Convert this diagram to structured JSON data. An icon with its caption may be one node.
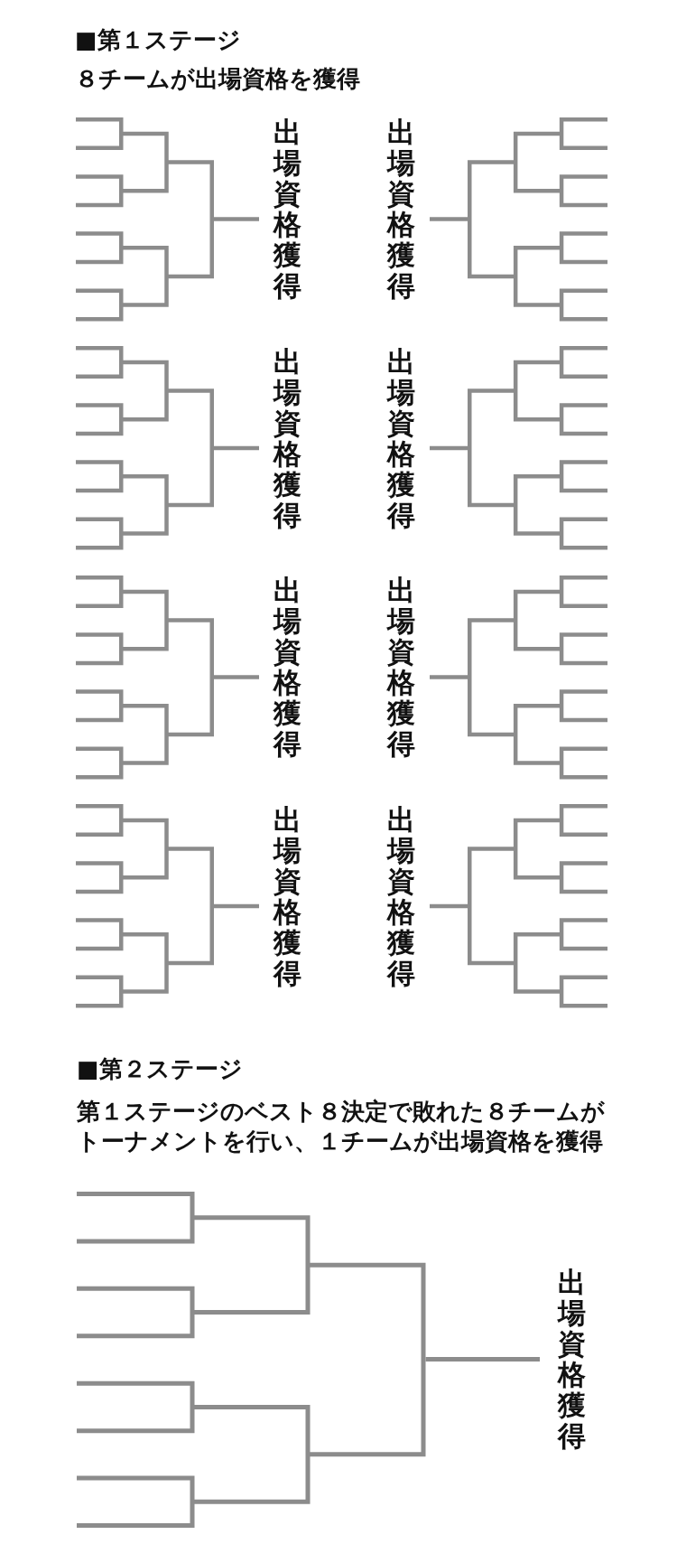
{
  "diagram": {
    "nodes": [
      {
        "text": [],
        "shape": "bracket"
      },
      {
        "text": [
          "出場資格獲得"
        ]
      },
      {
        "text": [
          "出場資格獲得"
        ]
      },
      {
        "text": [],
        "shape": "bracket"
      },
      {
        "text": [],
        "shape": "bracket"
      },
      {
        "text": [
          "出場資格獲得"
        ]
      },
      {
        "text": [
          "出場資格獲得"
        ]
      },
      {
        "text": [],
        "shape": "bracket"
      },
      {
        "text": [],
        "shape": "bracket"
      },
      {
        "text": [
          "出場資格獲得"
        ]
      },
      {
        "text": [
          "出場資格獲得"
        ]
      },
      {
        "text": [],
        "shape": "bracket"
      },
      {
        "text": [],
        "shape": "bracket"
      },
      {
        "text": [
          "出場資格獲得"
        ]
      },
      {
        "text": [
          "出場資格獲得"
        ]
      },
      {
        "text": [],
        "shape": "bracket"
      },
      {
        "text": [],
        "shape": "bracket"
      },
      {
        "text": [
          "出場資格獲得"
        ]
      }
    ],
    "edges": [
      {
        "from": 0,
        "to": 1,
        "arrow": "none"
      },
      {
        "from": 3,
        "to": 2,
        "arrow": "none"
      },
      {
        "from": 4,
        "to": 5,
        "arrow": "none"
      },
      {
        "from": 7,
        "to": 6,
        "arrow": "none"
      },
      {
        "from": 8,
        "to": 9,
        "arrow": "none"
      },
      {
        "from": 11,
        "to": 10,
        "arrow": "none"
      },
      {
        "from": 12,
        "to": 13,
        "arrow": "none"
      },
      {
        "from": 15,
        "to": 14,
        "arrow": "none"
      },
      {
        "from": 16,
        "to": 17,
        "arrow": "none"
      }
    ],
    "labels": [
      "■第１ステージ",
      "８チームが出場資格を獲得",
      "■第２ステージ",
      "第１ステージのベスト８決定で敗れた８チームがトーナメントを行い、１チームが出場資格を獲得"
    ]
  }
}
